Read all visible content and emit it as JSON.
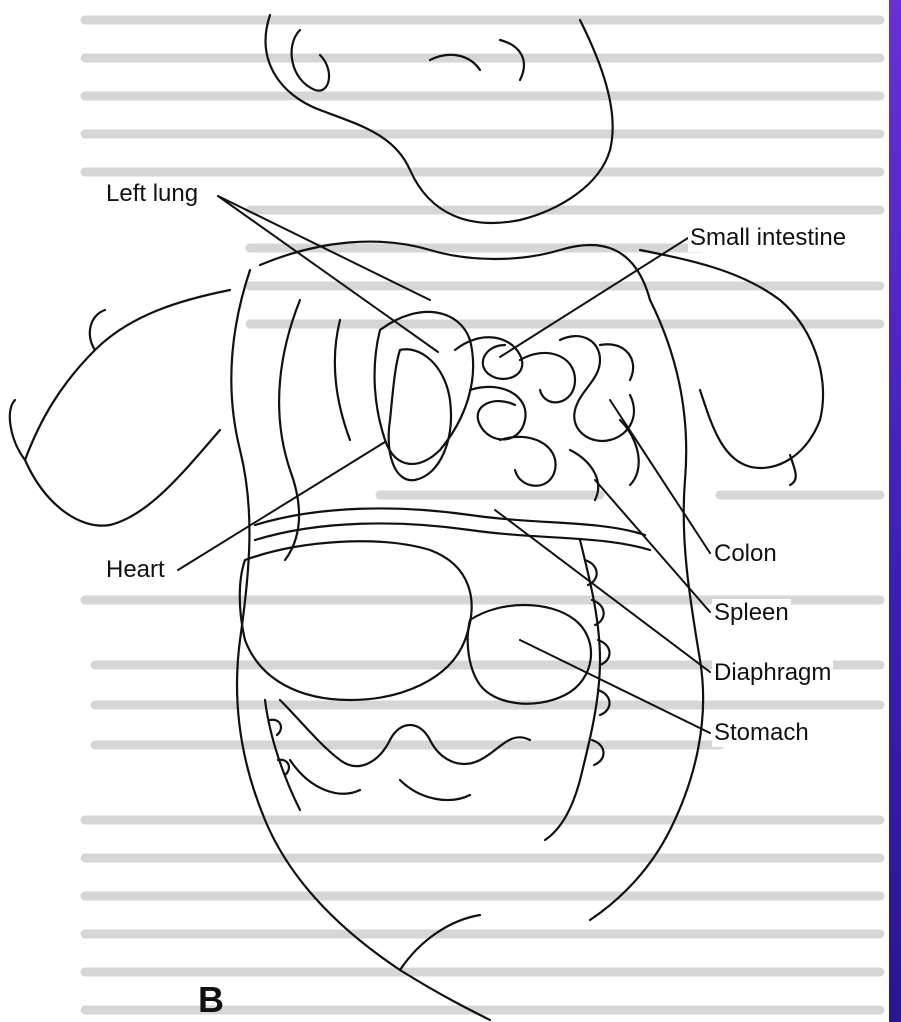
{
  "labels": {
    "left_lung": "Left lung",
    "small_intestine": "Small intestine",
    "heart": "Heart",
    "colon": "Colon",
    "spleen": "Spleen",
    "diaphragm": "Diaphragm",
    "stomach": "Stomach"
  },
  "panel_letter": "B",
  "colors": {
    "line": "#111111",
    "bleed_text": "#9a9a9a",
    "side_bar": "#3b1fb8"
  }
}
